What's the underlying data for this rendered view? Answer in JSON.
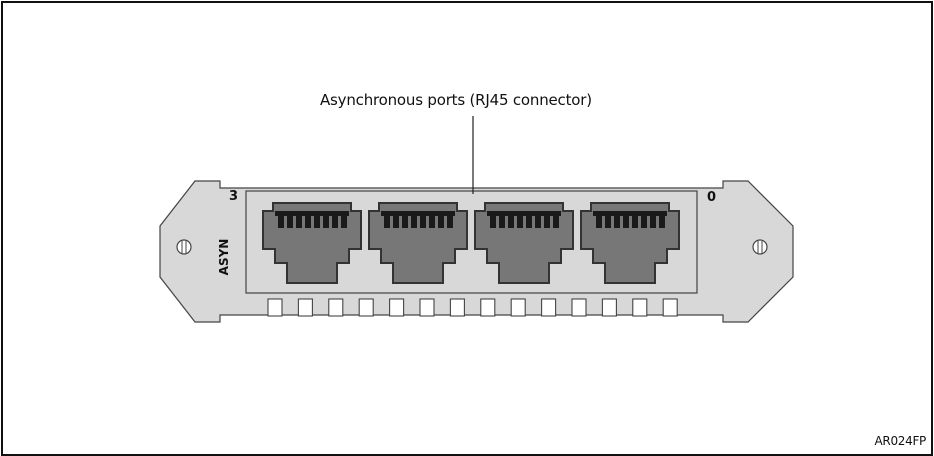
{
  "callout": {
    "label": "Asynchronous ports (RJ45 connector)"
  },
  "port_labels": {
    "left_number": "3",
    "right_number": "0",
    "side_label": "ASYN"
  },
  "figure": {
    "id": "AR024FP"
  },
  "ports": [
    {
      "name": "port-3"
    },
    {
      "name": "port-2"
    },
    {
      "name": "port-1"
    },
    {
      "name": "port-0"
    }
  ],
  "vent_slot_count": 14,
  "colors": {
    "plate": "#d8d8d8",
    "port_fill": "#777777",
    "outline": "#333333",
    "pins": "#1a1a1a"
  }
}
